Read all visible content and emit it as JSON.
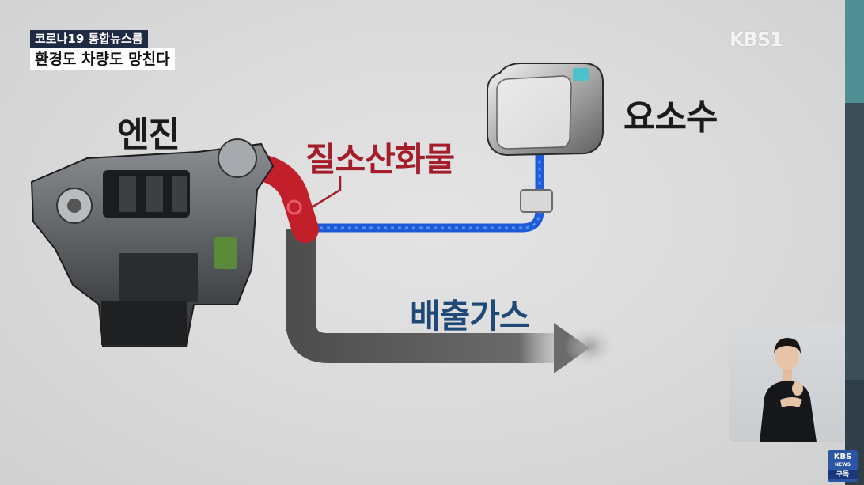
{
  "caption": {
    "program": "코로나19 통합뉴스룸",
    "headline": "환경도 차량도 망친다"
  },
  "broadcaster": "KBS1",
  "labels": {
    "engine": "엔진",
    "urea": "요소수",
    "nox": "질소산화물",
    "exhaust": "배출가스"
  },
  "news_badge": {
    "logo": "KBS",
    "line": "NEWS",
    "subscribe": "구독"
  },
  "colors": {
    "nox": "#a51d2b",
    "exhaust_label": "#1f4a78",
    "urea_line": "#1e5bd8",
    "nox_pipe": "#c21f2b",
    "exhaust_smoke": "#5f5f5f"
  }
}
